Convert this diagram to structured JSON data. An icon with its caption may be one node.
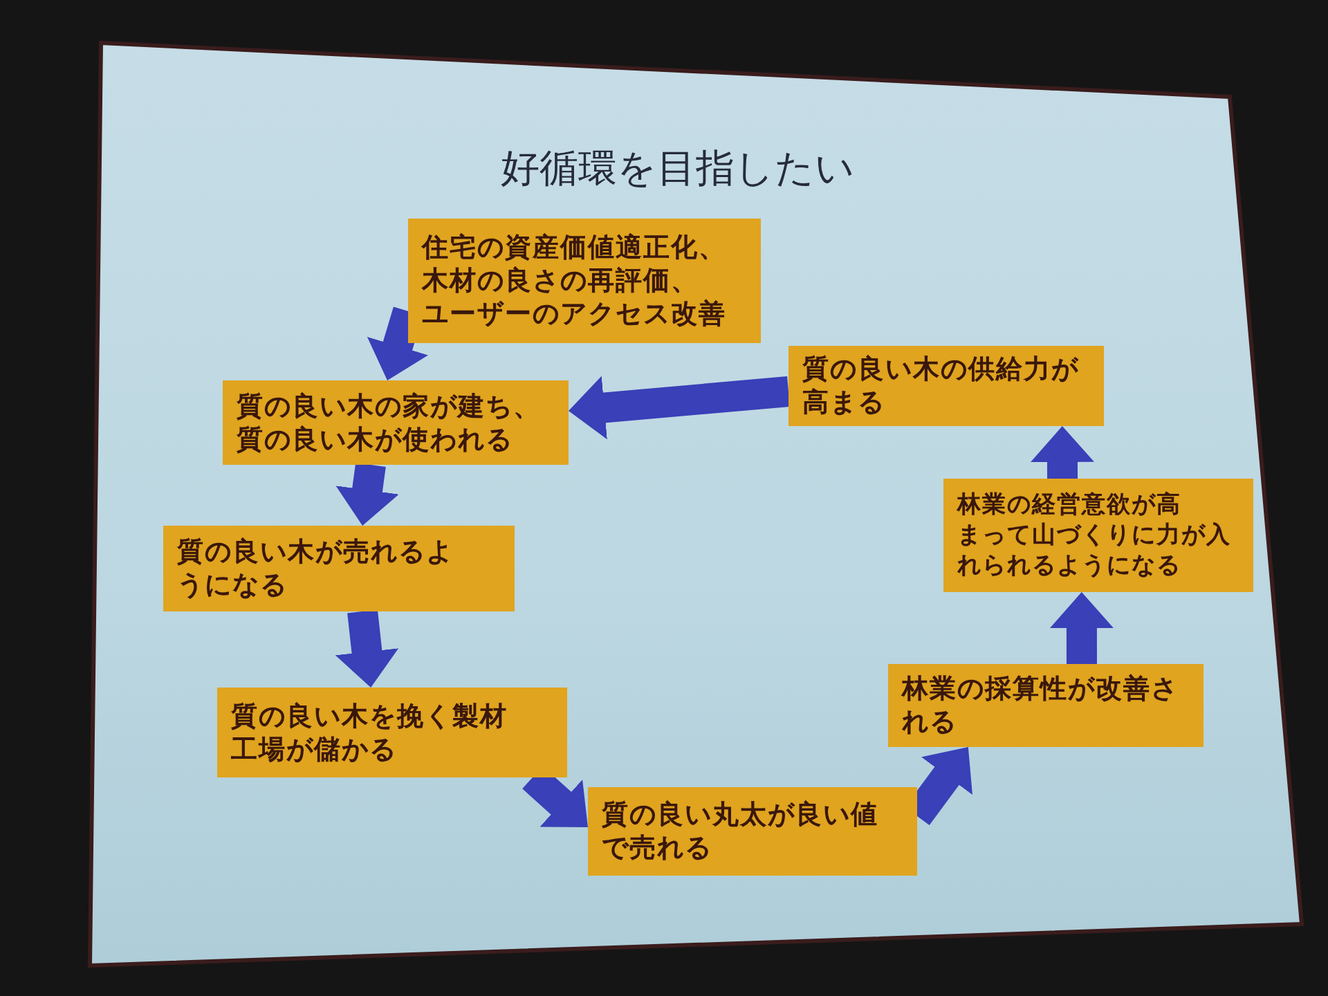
{
  "diagram": {
    "title": "好循環を目指したい",
    "nodes": [
      {
        "text": [
          "住宅の資産価値適正化、木材の良さの再評価、ユーザーのアクセス改善"
        ]
      },
      {
        "text": [
          "質の良い木の家が建ち、質の良い木が使われる"
        ]
      },
      {
        "text": [
          "質の良い木が売れるようになる"
        ]
      },
      {
        "text": [
          "質の良い木を挽く製材工場が儲かる"
        ]
      },
      {
        "text": [
          "質の良い丸太が良い値で売れる"
        ]
      },
      {
        "text": [
          "林業の採算性が改善される"
        ]
      },
      {
        "text": [
          "林業の経営意欲が高まって山づくりに力が入れられるようになる"
        ]
      },
      {
        "text": [
          "質の良い木の供給力が高まる"
        ]
      }
    ],
    "edges": [
      {
        "from": 0,
        "to": 1,
        "arrow": "to"
      },
      {
        "from": 1,
        "to": 2,
        "arrow": "to"
      },
      {
        "from": 2,
        "to": 3,
        "arrow": "to"
      },
      {
        "from": 3,
        "to": 4,
        "arrow": "to"
      },
      {
        "from": 4,
        "to": 5,
        "arrow": "to"
      },
      {
        "from": 5,
        "to": 6,
        "arrow": "to"
      },
      {
        "from": 6,
        "to": 7,
        "arrow": "to"
      },
      {
        "from": 7,
        "to": 1,
        "arrow": "to"
      }
    ]
  }
}
